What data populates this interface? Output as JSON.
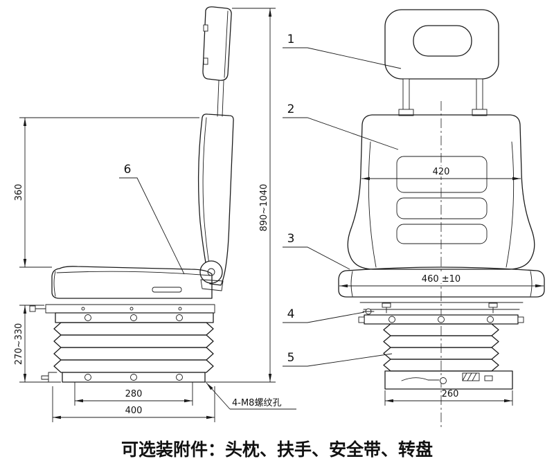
{
  "caption": "可选装附件：头枕、扶手、安全带、转盘",
  "side_view": {
    "dim_back_height": "360",
    "dim_suspension_travel": "270~330",
    "dim_overall_height": "890~1040",
    "dim_mount_hole_spacing": "280",
    "dim_base_width": "400",
    "label_thread_holes": "4-M8螺纹孔",
    "callout_6": "6"
  },
  "front_view": {
    "dim_backrest_width": "420",
    "dim_cushion_width": "460 ±10",
    "dim_bellows_width": "260",
    "callout_1": "1",
    "callout_2": "2",
    "callout_3": "3",
    "callout_4": "4",
    "callout_5": "5"
  }
}
